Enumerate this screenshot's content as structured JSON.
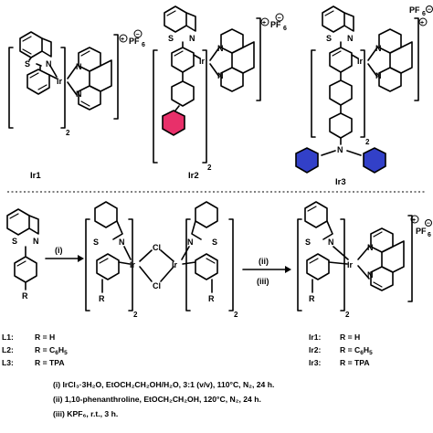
{
  "colors": {
    "phenyl_fill": "#e8306a",
    "tpa_fill": "#3240c8",
    "ink": "#000000"
  },
  "atoms": {
    "S": "S",
    "N": "N",
    "Ir": "Ir",
    "Cl": "Cl",
    "R": "R"
  },
  "counterion": {
    "plus": "+",
    "minus": "−",
    "pf6": "PF",
    "pf6_sub": "6"
  },
  "subscript_2": "2",
  "complexes": {
    "ir1": "Ir1",
    "ir2": "Ir2",
    "ir3": "Ir3"
  },
  "arrows": {
    "step1": "(i)",
    "step2": "(ii)",
    "step3": "(iii)"
  },
  "ligands": [
    {
      "code": "L1:",
      "r": "R = H"
    },
    {
      "code": "L2:",
      "r": "R = C",
      "r_sub": "6",
      "r_tail": "H",
      "r_sub2": "5"
    },
    {
      "code": "L3:",
      "r": "R = TPA"
    }
  ],
  "products": [
    {
      "code": "Ir1:",
      "r": "R = H"
    },
    {
      "code": "Ir2:",
      "r": "R = C",
      "r_sub": "6",
      "r_tail": "H",
      "r_sub2": "5"
    },
    {
      "code": "Ir3:",
      "r": "R = TPA"
    }
  ],
  "conditions": [
    "(i) IrCl₃·3H₂O, EtOCH₂CH₂OH/H₂O, 3:1 (v/v), 110°C, N₂, 24 h.",
    "(ii) 1,10-phenanthroline, EtOCH₂CH₂OH, 120°C, N₂, 24 h.",
    "(iii) KPF₆, r.t., 3 h."
  ]
}
